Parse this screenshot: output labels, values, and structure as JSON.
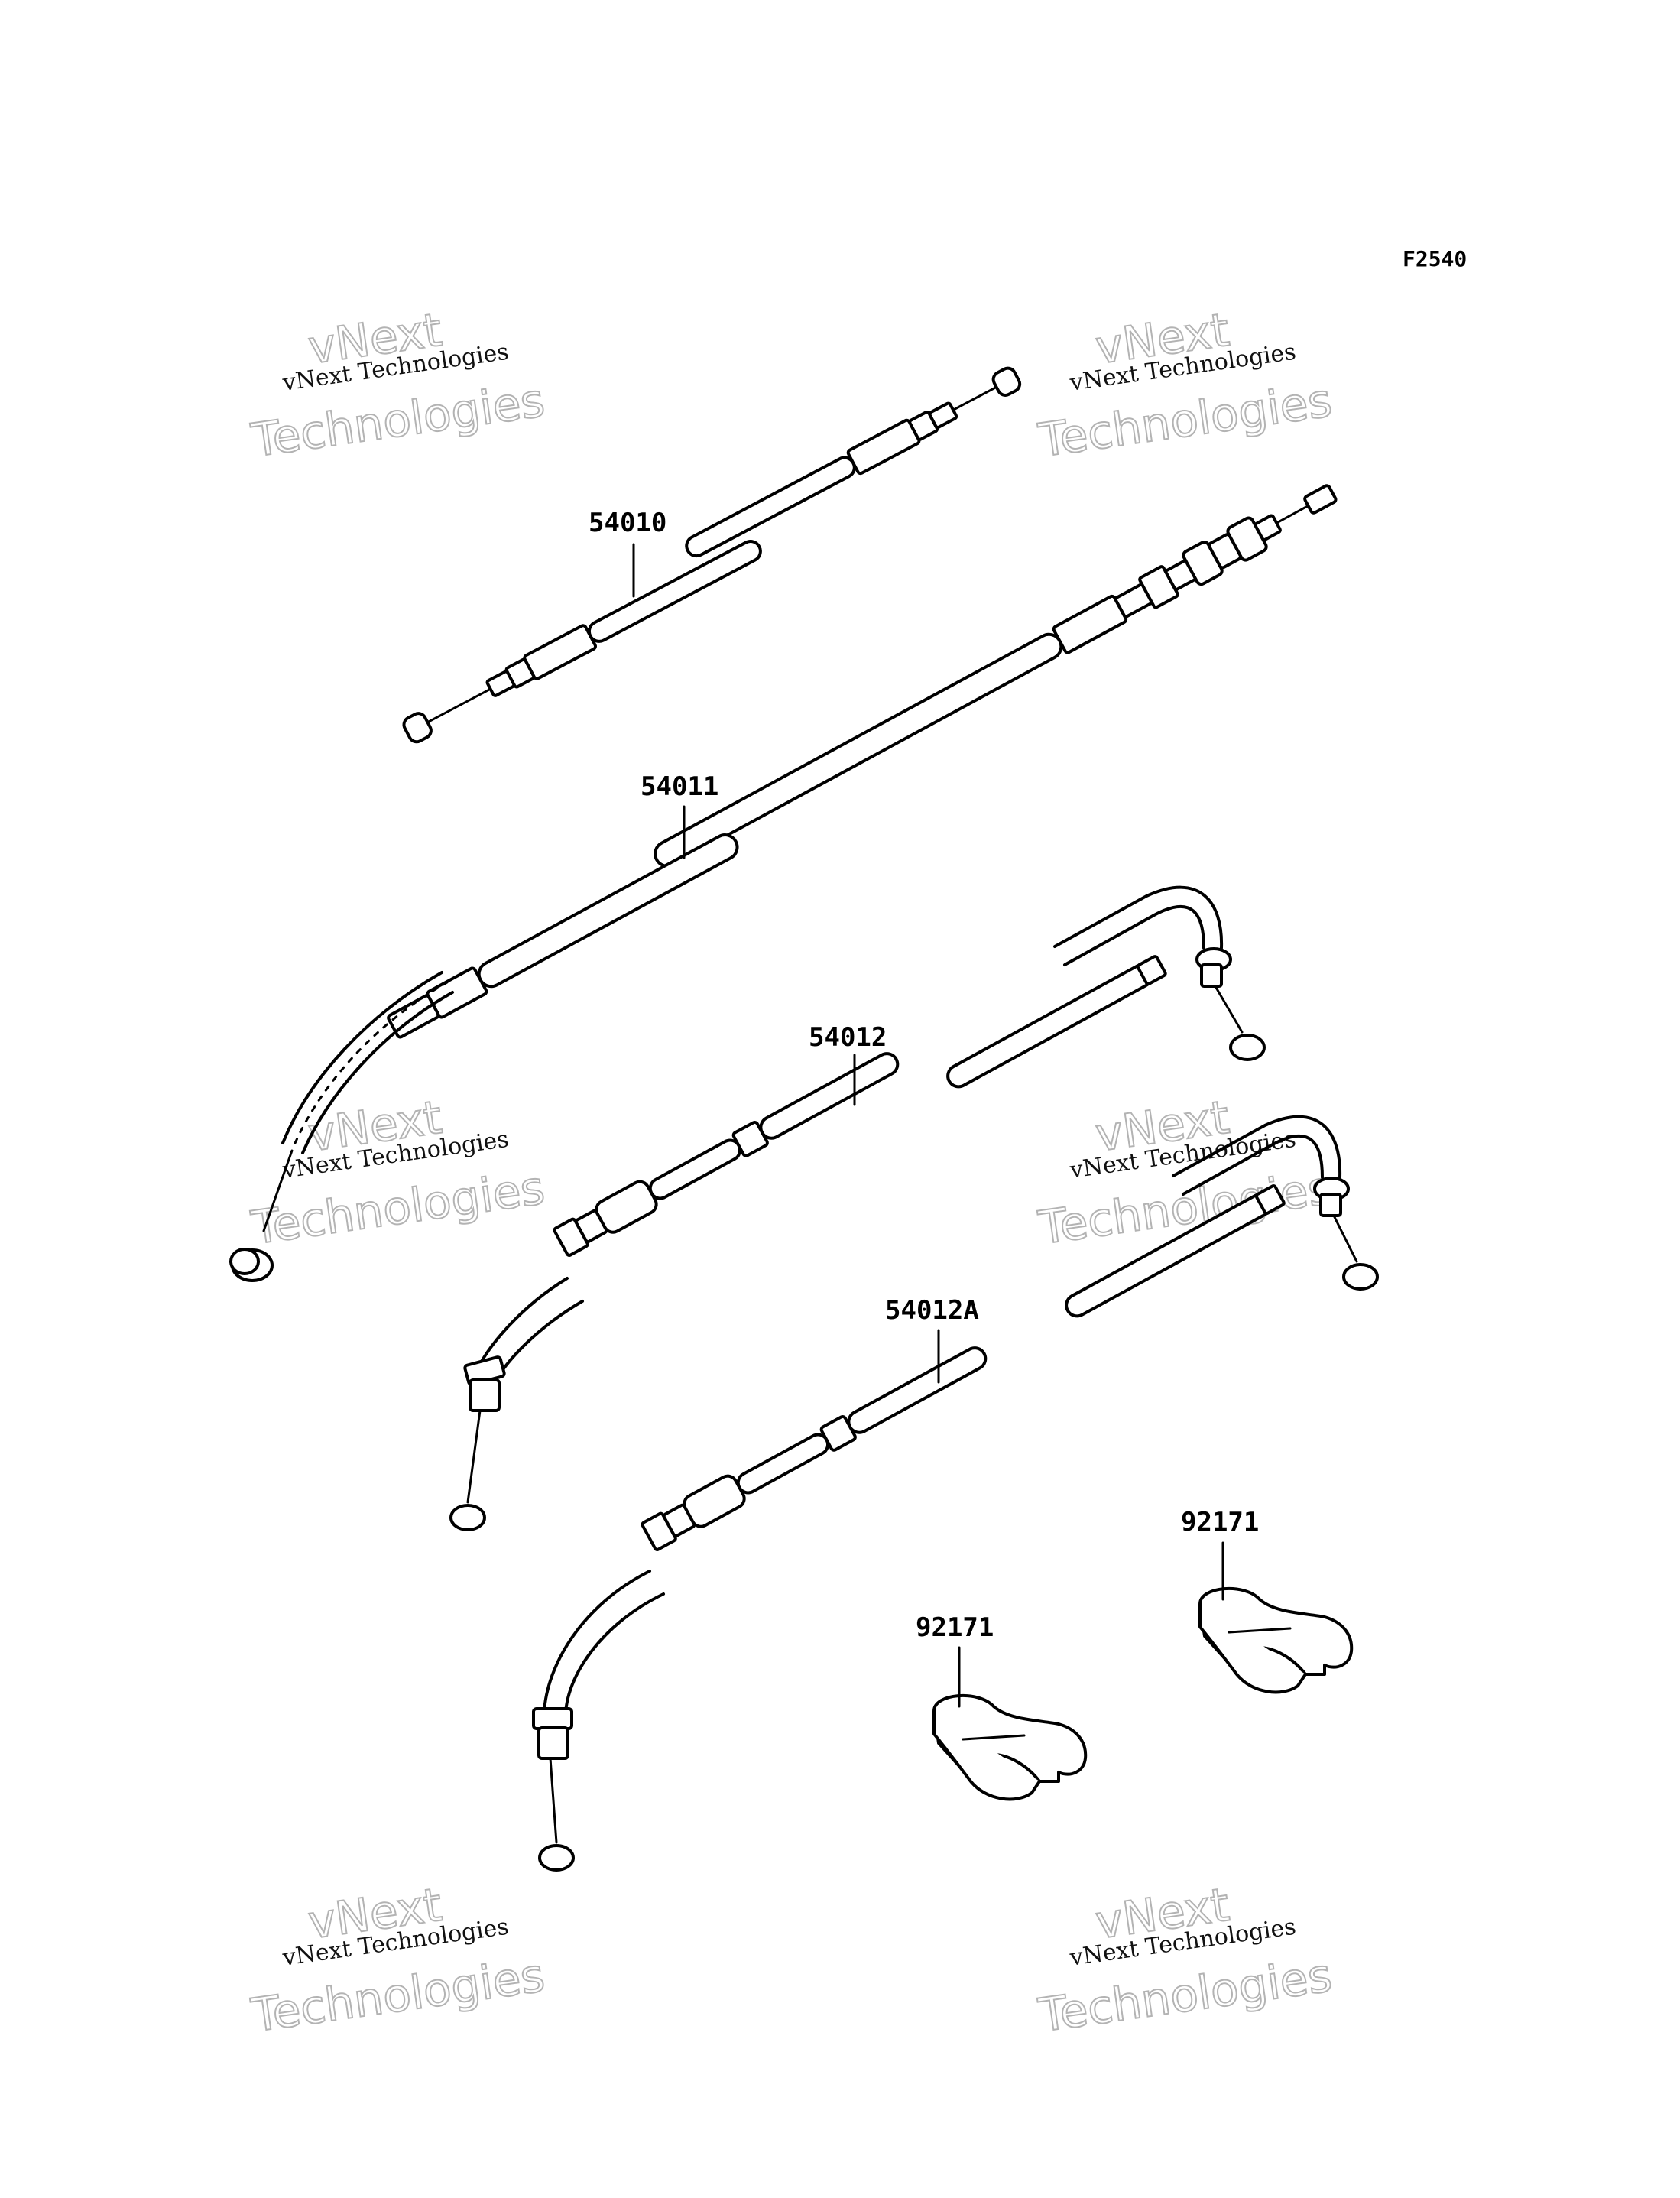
{
  "figure_code": "F2540",
  "watermark": {
    "line1": "vNext",
    "line2": "vNext Technologies",
    "line3": "Technologies"
  },
  "parts": [
    {
      "id": "p1",
      "number": "54010"
    },
    {
      "id": "p2",
      "number": "54011"
    },
    {
      "id": "p3",
      "number": "54012"
    },
    {
      "id": "p4",
      "number": "54012A"
    },
    {
      "id": "p5",
      "number": "92171"
    },
    {
      "id": "p6",
      "number": "92171"
    }
  ]
}
